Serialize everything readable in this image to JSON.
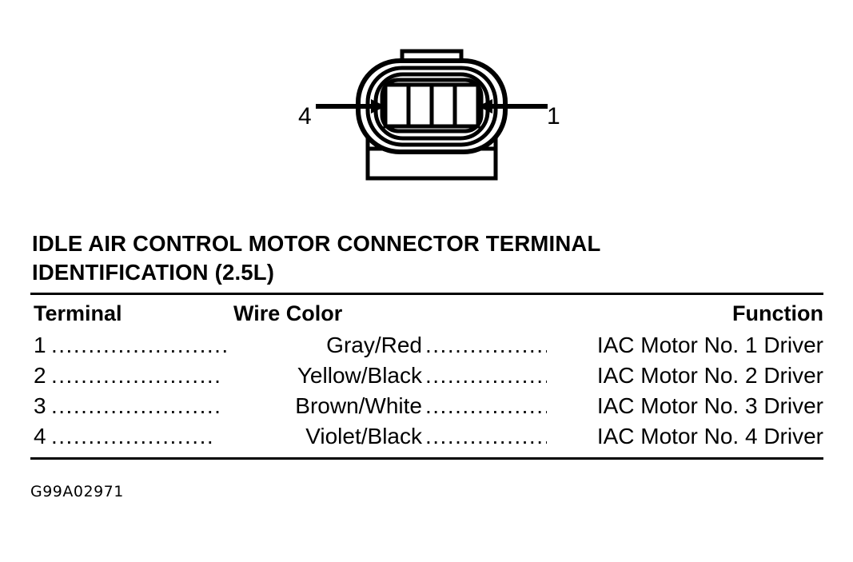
{
  "figure": {
    "diagram": {
      "name": "idle-air-control-motor-connector",
      "description": "Four-terminal oval automotive connector face view",
      "callouts": [
        {
          "label": "4",
          "side": "left",
          "arrow": "arrow-right-icon"
        },
        {
          "label": "1",
          "side": "right",
          "arrow": "arrow-left-icon"
        }
      ],
      "terminal_cavity_count": 4
    },
    "title_lines": [
      "IDLE AIR CONTROL MOTOR CONNECTOR TERMINAL",
      "IDENTIFICATION (2.5L)"
    ],
    "table": {
      "columns": [
        "Terminal",
        "Wire Color",
        "Function"
      ],
      "leader_a": "...........................",
      "leader_b": ".....................",
      "rows": [
        {
          "terminal": "1",
          "wire_color": "Gray/Red",
          "function": "IAC Motor No. 1 Driver",
          "leader_a": "........................",
          "leader_b": "......................"
        },
        {
          "terminal": "2",
          "wire_color": "Yellow/Black",
          "function": "IAC Motor No. 2 Driver",
          "leader_a": ".......................",
          "leader_b": "...................."
        },
        {
          "terminal": "3",
          "wire_color": "Brown/White",
          "function": "IAC Motor No. 3 Driver",
          "leader_a": ".......................",
          "leader_b": "...................."
        },
        {
          "terminal": "4",
          "wire_color": "Violet/Black",
          "function": "IAC Motor No. 4 Driver",
          "leader_a": "......................",
          "leader_b": "....................."
        }
      ]
    },
    "figure_id": "G99A02971",
    "colors": {
      "ink": "#000000",
      "paper": "#ffffff"
    }
  }
}
